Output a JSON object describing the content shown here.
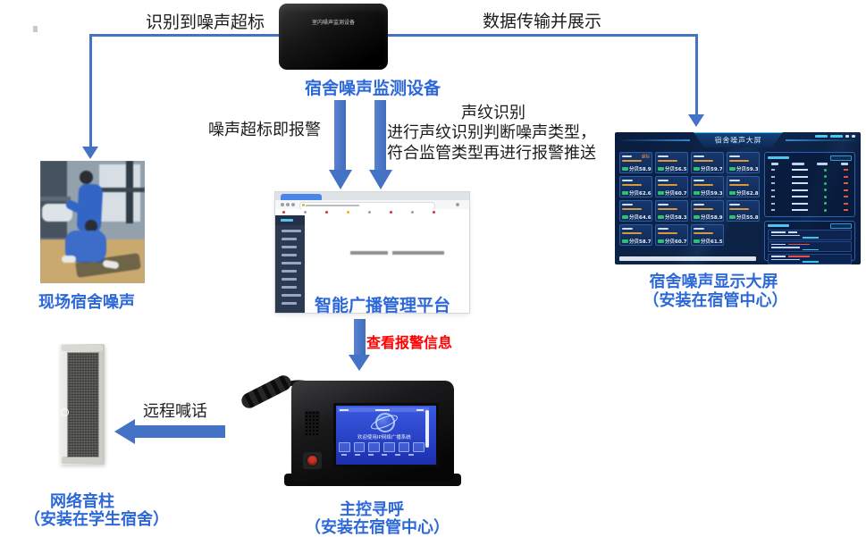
{
  "colors": {
    "connector_blue": "#4472c4",
    "label_blue": "#2d68d9",
    "alert_red": "#fe0000",
    "screen_bg_navy": "#0a1c3e",
    "card_orange": "#d9993b",
    "card_green": "#2ec06f"
  },
  "labels": {
    "top_left_flow": "识别到噪声超标",
    "top_right_flow": "数据传输并展示",
    "alarm_flow": "噪声超标即报警",
    "voiceprint_line1": "声纹识别",
    "voiceprint_line2": "进行声纹识别判断噪声类型，",
    "voiceprint_line3": "符合监管类型再进行报警推送",
    "view_alarm": "查看报警信息",
    "remote_shout": "远程喊话"
  },
  "device": {
    "on_device_text": "室内噪声监测设备",
    "label": "宿舍噪声监测设备"
  },
  "scene": {
    "label": "现场宿舍噪声"
  },
  "platform": {
    "label": "智能广播管理平台"
  },
  "big_screen": {
    "label_line1": "宿舍噪声显示大屏",
    "label_line2": "（安装在宿管中心）",
    "screen_title": "宿舍噪声大屏",
    "cards": [
      {
        "db": "分贝58.9",
        "flag": "超标"
      },
      {
        "db": "分贝56.5"
      },
      {
        "db": "分贝59.7"
      },
      {
        "db": "分贝59.3"
      },
      {
        "db": "分贝62.6"
      },
      {
        "db": "分贝60.7"
      },
      {
        "db": "分贝59.3"
      },
      {
        "db": "分贝62.8"
      },
      {
        "db": "分贝64.6"
      },
      {
        "db": "分贝58.3"
      },
      {
        "db": "分贝58.9"
      },
      {
        "db": "分贝55.8"
      },
      {
        "db": "分贝58.7"
      },
      {
        "db": "分贝60.7"
      },
      {
        "db": "分贝61.5"
      }
    ]
  },
  "console": {
    "label_line1": "主控寻呼",
    "label_line2": "（安装在宿管中心）",
    "screen_text": "欢迎使用IP网络广播系统"
  },
  "speaker": {
    "label_line1": "网络音柱",
    "label_line2": "（安装在学生宿舍）"
  }
}
